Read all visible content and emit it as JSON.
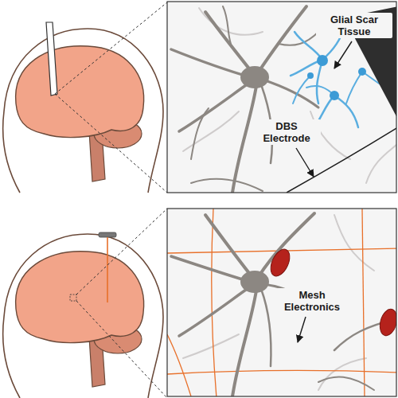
{
  "diagram": {
    "labels": [
      "Glial Scar Tissue",
      "DBS Electrode",
      "Mesh Electronics"
    ]
  }
}
